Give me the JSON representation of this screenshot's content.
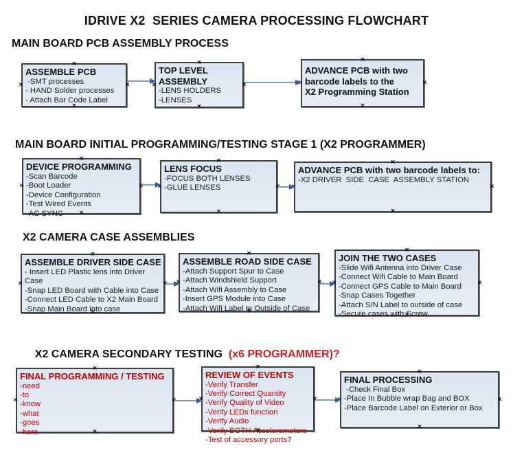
{
  "title": "IDRIVE X2  SERIES CAMERA PROCESSING FLOWCHART",
  "colors": {
    "box_fill": "#dbe5f1",
    "box_border": "#3f3f3f",
    "red_text": "#c00000",
    "header_red": "#cc2222",
    "arrow_line": "#8499b8",
    "arrow_head": "#3a5a9b"
  },
  "icons": {
    "connector_handle": "×"
  },
  "sections": [
    {
      "header": "MAIN BOARD PCB ASSEMBLY PROCESS",
      "boxes": [
        {
          "title": "ASSEMBLE PCB",
          "lines": [
            " -SMT processes",
            "- HAND Solder processes",
            "- Attach Bar Code Label"
          ]
        },
        {
          "title": "TOP LEVEL ASSEMBLY",
          "lines": [
            "-LENS HOLDERS",
            "-LENSES"
          ]
        },
        {
          "title": "ADVANCE PCB with two\nbarcode labels to the\n X2 Programming Station",
          "lines": []
        }
      ]
    },
    {
      "header": "MAIN BOARD INITIAL PROGRAMMING/TESTING STAGE 1 (X2 PROGRAMMER)",
      "boxes": [
        {
          "title": "DEVICE PROGRAMMING",
          "lines": [
            "-Scan Barcode",
            "-Boot Loader",
            "-Device Configuration",
            "-Test Wired Events",
            "-AC SYNC"
          ]
        },
        {
          "title": "LENS FOCUS",
          "lines": [
            "-FOCUS BOTH LENSES",
            "-GLUE LENSES"
          ]
        },
        {
          "title": "ADVANCE PCB with two barcode labels to:",
          "lines": [
            "-X2 DRIVER  SIDE  CASE  ASSEMBLY STATION"
          ]
        }
      ]
    },
    {
      "header": "X2 CAMERA CASE ASSEMBLIES",
      "boxes": [
        {
          "title": "ASSEMBLE DRIVER SIDE CASE",
          "lines": [
            "- Insert LED Plastic lens into Driver Case",
            "-Snap LED Board with Cable into Case",
            "-Connect LED Cable to X2 Main Board",
            "-Snap Main Board into case"
          ]
        },
        {
          "title": "ASSEMBLE ROAD SIDE CASE",
          "lines": [
            "-Attach Support Spur to Case",
            "-Attach Windshield Support",
            "-Attach Wifi Assembly to Case",
            "-Insert GPS Module into Case",
            "-Attach Wifi Label to Outside of Case"
          ]
        },
        {
          "title": "JOIN THE TWO CASES",
          "lines": [
            "-Slide Wifi Antenna into Driver Case",
            "-Connect Wifi Cable to Main Board",
            "-Connect GPS Cable to Main Board",
            "-Snap Cases Together",
            "-Attach S/N Label to outside of case",
            "-Secure cases with Screw"
          ]
        }
      ]
    },
    {
      "header": "X2 CAMERA SECONDARY TESTING  ",
      "header_suffix": "(x6 PROGRAMMER)?",
      "boxes": [
        {
          "title": "FINAL PROGRAMMING / TESTING",
          "lines": [
            "-need",
            "-to",
            "-know",
            "-what",
            "-goes",
            "-here"
          ]
        },
        {
          "title": "REVIEW OF EVENTS",
          "lines": [
            "-Verify Transfer",
            "-Verify Correct Quantity",
            "-Verify Quality of Video",
            "-Verify LEDs function",
            "-Verify Audio",
            "-Verify BOTH Accelerometers",
            "-Test of accessory ports?"
          ]
        },
        {
          "title": "FINAL PROCESSING",
          "lines": [
            " -Check Final Box",
            "-Place In Bubble wrap Bag and BOX",
            "-Place Barcode Label on Exterior or Box"
          ]
        }
      ]
    }
  ],
  "connectors": [
    {
      "from": "assemble-pcb",
      "to": "top-level-assembly"
    },
    {
      "from": "top-level-assembly",
      "to": "advance-pcb-to-programming-station"
    },
    {
      "from": "device-programming",
      "to": "lens-focus"
    },
    {
      "from": "lens-focus",
      "to": "advance-pcb-to-driver-side-case-station"
    },
    {
      "from": "assemble-driver-side-case",
      "to": "assemble-road-side-case"
    },
    {
      "from": "assemble-road-side-case",
      "to": "join-the-two-cases"
    },
    {
      "from": "final-programming-testing",
      "to": "review-of-events"
    },
    {
      "from": "review-of-events",
      "to": "final-processing"
    }
  ]
}
